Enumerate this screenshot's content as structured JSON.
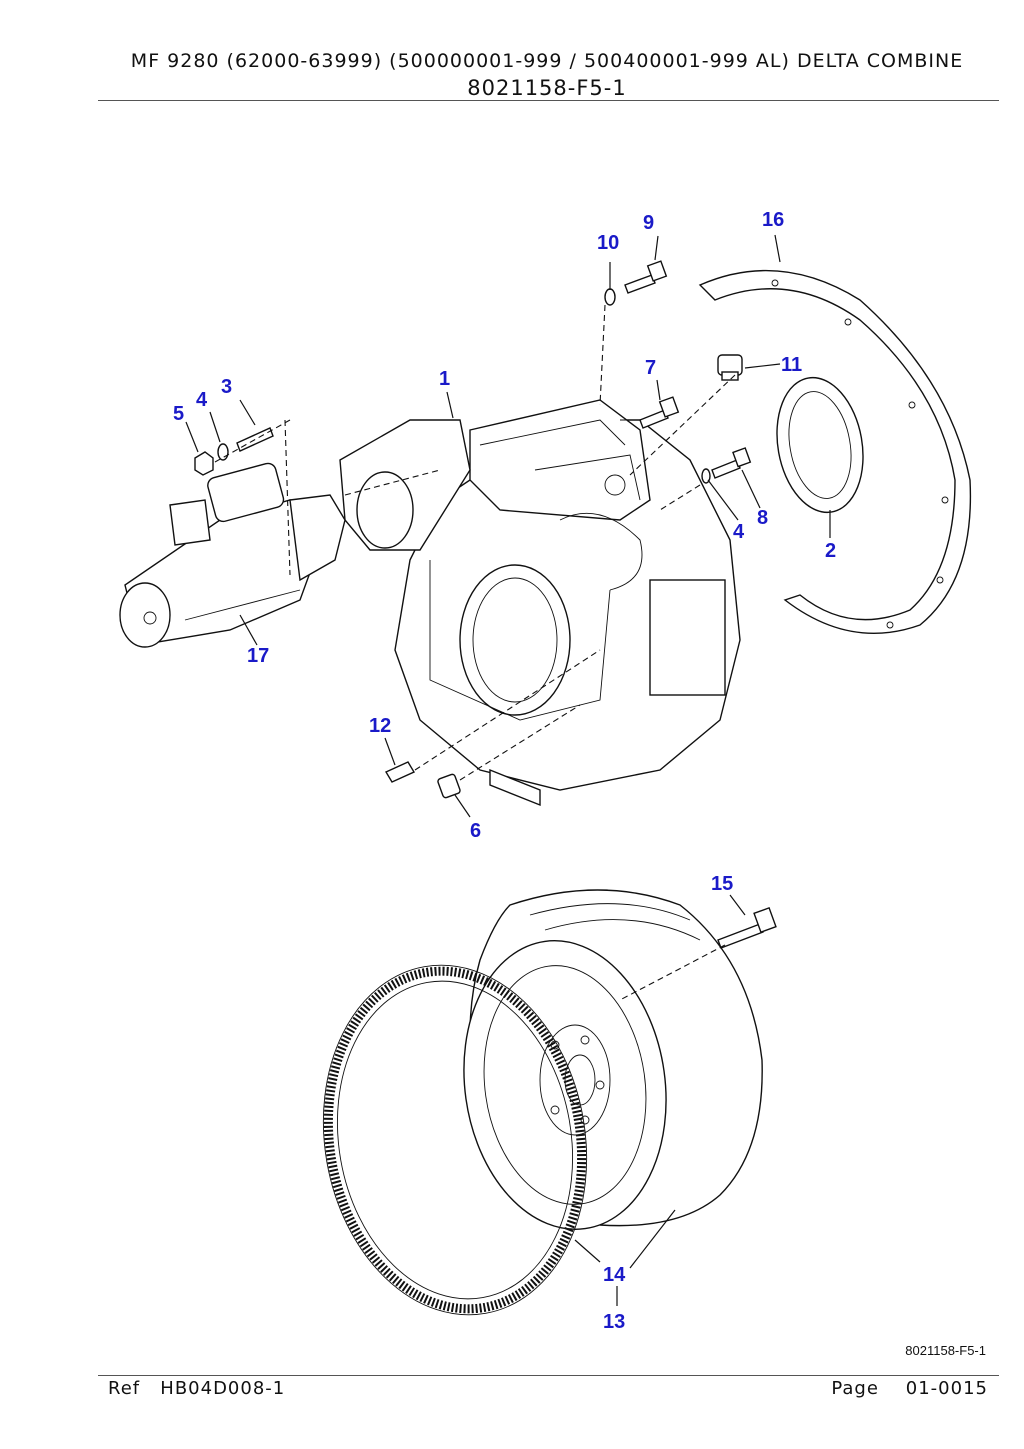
{
  "header": {
    "title": "MF 9280 (62000-63999) (500000001-999 / 500400001-999 AL) DELTA COMBINE",
    "subtitle": "8021158-F5-1"
  },
  "figure": {
    "code": "8021158-F5-1",
    "callouts": {
      "c1": "1",
      "c2": "2",
      "c3": "3",
      "c4a": "4",
      "c4b": "4",
      "c5": "5",
      "c6": "6",
      "c7": "7",
      "c8": "8",
      "c9": "9",
      "c10": "10",
      "c11": "11",
      "c12": "12",
      "c13": "13",
      "c14": "14",
      "c15": "15",
      "c16": "16",
      "c17": "17"
    }
  },
  "footer": {
    "ref_label": "Ref",
    "ref_value": "HB04D008-1",
    "page_label": "Page",
    "page_value": "01-0015"
  }
}
